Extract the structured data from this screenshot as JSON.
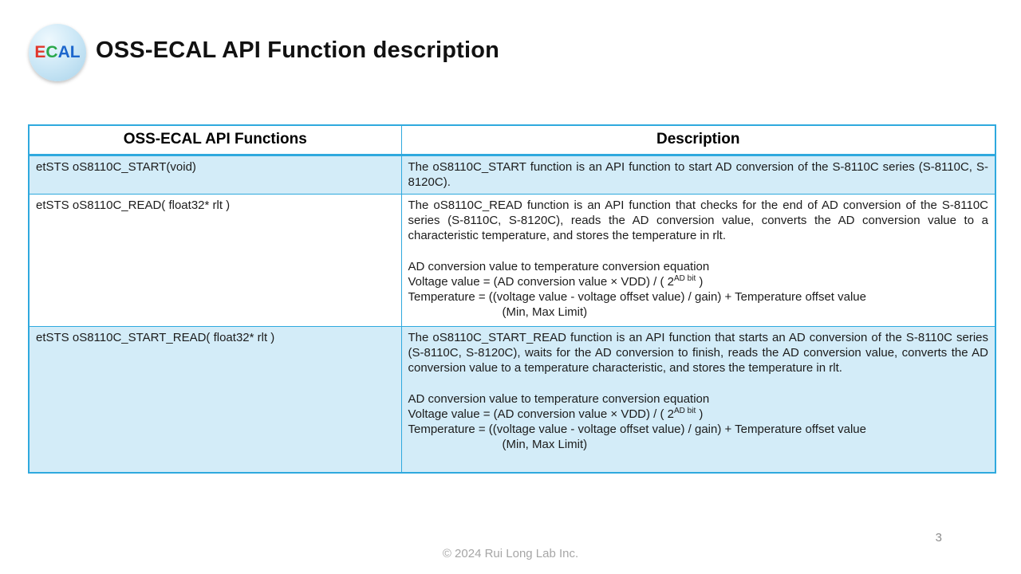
{
  "slide": {
    "title": "OSS-ECAL API Function description",
    "footer": "© 2024 Rui Long Lab Inc.",
    "page_number": "3"
  },
  "logo": {
    "name": "ECAL",
    "letters": [
      {
        "ch": "E",
        "color": "#e1362b"
      },
      {
        "ch": "C",
        "color": "#2aa84a"
      },
      {
        "ch": "A",
        "color": "#1c66cc"
      },
      {
        "ch": "L",
        "color": "#1c66cc"
      }
    ]
  },
  "colors": {
    "table_border": "#2fa9de",
    "row_highlight": "#d3ecf8",
    "title_text": "#111111",
    "body_text": "#1c1c1c",
    "footer_text": "#a6a6a6"
  },
  "table": {
    "headers": [
      "OSS-ECAL API Functions",
      "Description"
    ],
    "rows": [
      {
        "function": "etSTS oS8110C_START(void)",
        "description": [
          {
            "type": "paragraph",
            "text": "The oS8110C_START function is an API function to start AD conversion of the S-8110C series (S-8110C, S-8120C)."
          }
        ]
      },
      {
        "function": "etSTS oS8110C_READ( float32* rlt )",
        "description": [
          {
            "type": "paragraph",
            "text": "The oS8110C_READ function is an API function that checks for the end of AD conversion of the S-8110C series (S-8110C, S-8120C), reads the AD conversion value, converts the AD conversion value to a characteristic temperature, and stores the temperature in rlt."
          },
          {
            "type": "spacer"
          },
          {
            "type": "line",
            "text": "AD conversion value to temperature conversion equation"
          },
          {
            "type": "formula",
            "pre": "Voltage value = (AD conversion value × VDD) / ( 2",
            "sup": "AD bit",
            "post": " )"
          },
          {
            "type": "line",
            "text": "Temperature = ((voltage value - voltage offset value) / gain) + Temperature offset value"
          },
          {
            "type": "line",
            "text": "(Min, Max Limit)",
            "indent": true
          }
        ]
      },
      {
        "function": "etSTS oS8110C_START_READ( float32* rlt )",
        "description": [
          {
            "type": "paragraph",
            "text": "The oS8110C_START_READ function is an API function that starts an AD conversion of the S-8110C series (S-8110C, S-8120C), waits for the AD conversion to finish, reads the AD conversion value, converts the AD conversion value to a temperature characteristic, and stores the temperature in rlt."
          },
          {
            "type": "spacer"
          },
          {
            "type": "line",
            "text": "AD conversion value to temperature conversion equation"
          },
          {
            "type": "formula",
            "pre": "Voltage value = (AD conversion value × VDD) / ( 2",
            "sup": "AD bit",
            "post": " )"
          },
          {
            "type": "line",
            "text": "Temperature = ((voltage value - voltage offset value) / gain) + Temperature offset value"
          },
          {
            "type": "line",
            "text": "(Min, Max Limit)",
            "indent": true
          }
        ]
      }
    ]
  }
}
